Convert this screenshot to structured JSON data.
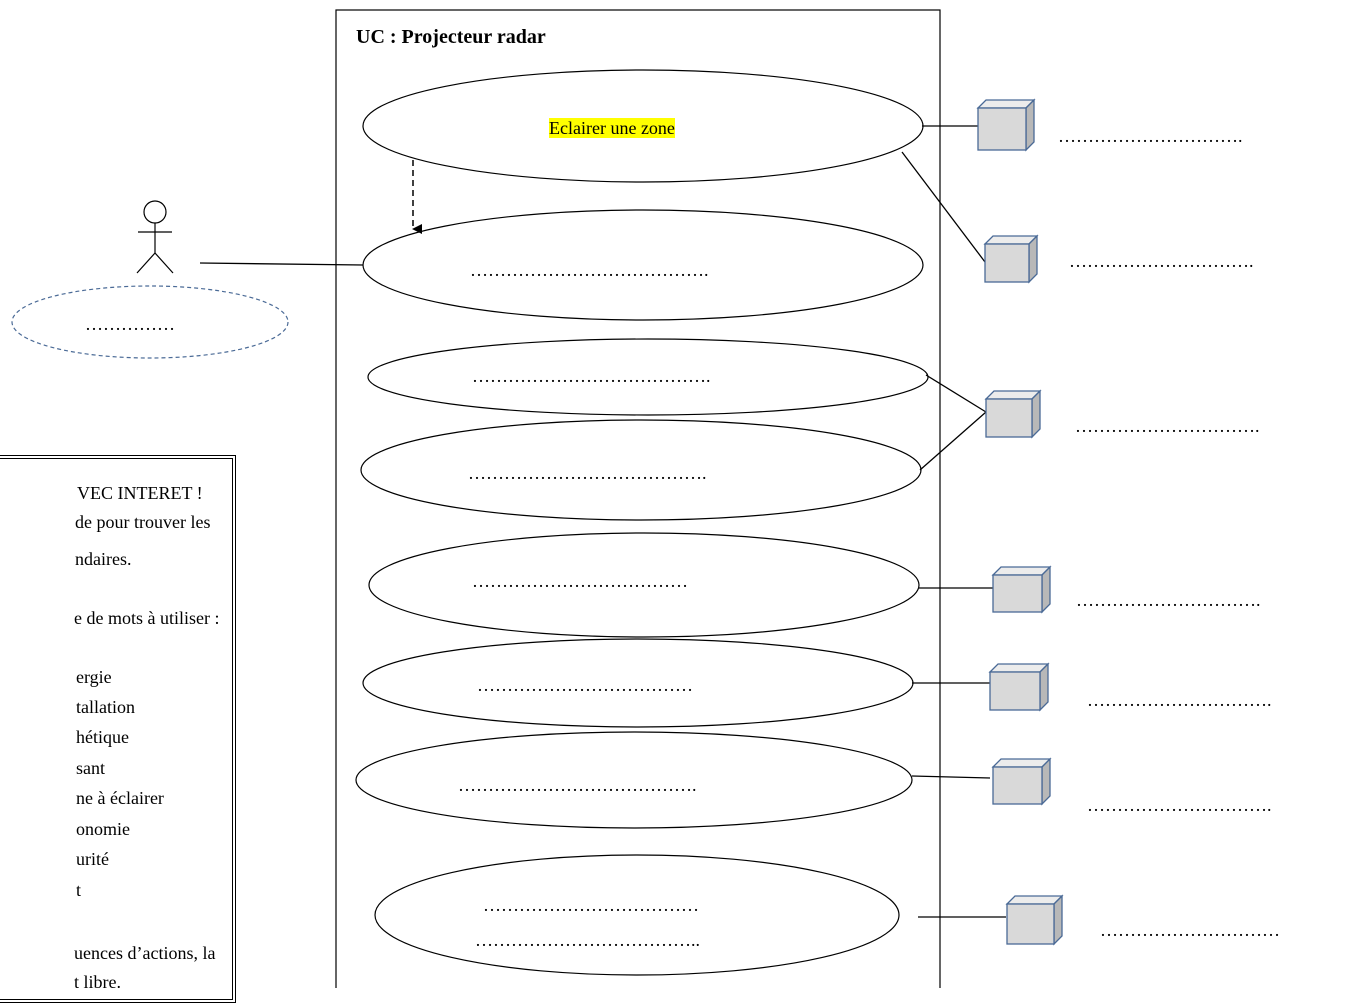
{
  "system": {
    "title": "UC : Projecteur radar"
  },
  "use_cases": [
    {
      "label": "Eclairer une zone",
      "highlight": "#ffff00"
    },
    {
      "label": "…………………………………."
    },
    {
      "label": "…………………………………."
    },
    {
      "label": "…………………………………."
    },
    {
      "label": "………………………………"
    },
    {
      "label": "………………………………"
    },
    {
      "label": "…………………………………."
    },
    {
      "label_line1": "………………………………",
      "label_line2": "……………………………….."
    }
  ],
  "actor": {
    "role_label": "……………"
  },
  "external_actors": [
    {
      "label": "…………………………."
    },
    {
      "label": "…………………………."
    },
    {
      "label": "…………………………."
    },
    {
      "label": "…………………………."
    },
    {
      "label": "…………………………."
    },
    {
      "label": "…………………………."
    },
    {
      "label": "…………………………"
    }
  ],
  "note": {
    "lines": [
      "VEC INTERET !",
      "de pour trouver les",
      "ndaires.",
      "",
      "e de mots à utiliser :",
      "",
      "ergie",
      "tallation",
      "hétique",
      "sant",
      "ne à éclairer",
      "onomie",
      "urité",
      "t",
      "",
      "uences d’actions, la",
      "t libre."
    ]
  },
  "colors": {
    "box_fill": "#d9d9d9",
    "box_stroke": "#4a6a96",
    "highlight": "#ffff00",
    "role_stroke": "#4a6a96"
  }
}
